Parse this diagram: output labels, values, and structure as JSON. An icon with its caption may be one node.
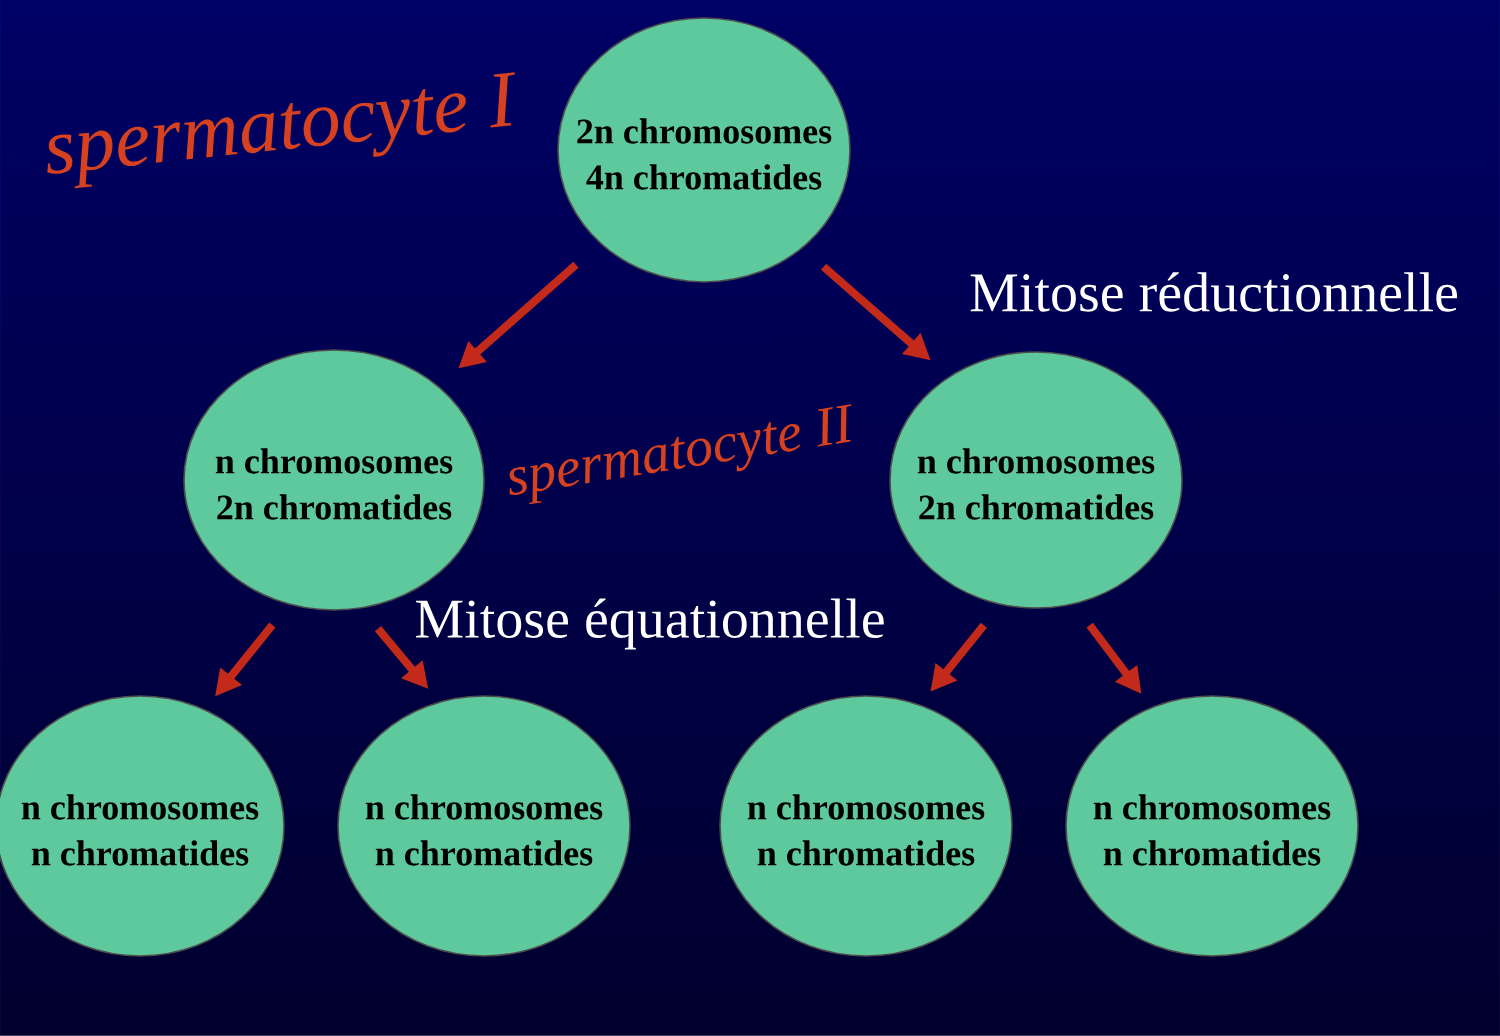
{
  "diagram": {
    "nodes": [
      {
        "text": [
          "2n chromosomes",
          "4n chromatides"
        ]
      },
      {
        "text": [
          "n chromosomes",
          "2n chromatides"
        ]
      },
      {
        "text": [
          "n chromosomes",
          "2n chromatides"
        ]
      },
      {
        "text": [
          "n chromosomes",
          "n chromatides"
        ]
      },
      {
        "text": [
          "n chromosomes",
          "n chromatides"
        ]
      },
      {
        "text": [
          "n chromosomes",
          "n chromatides"
        ]
      },
      {
        "text": [
          "n chromosomes",
          "n chromatides"
        ]
      }
    ],
    "edges": [
      {
        "from": 0,
        "to": 1,
        "arrow": "to"
      },
      {
        "from": 0,
        "to": 2,
        "arrow": "to"
      },
      {
        "from": 1,
        "to": 3,
        "arrow": "to"
      },
      {
        "from": 1,
        "to": 4,
        "arrow": "to"
      },
      {
        "from": 2,
        "to": 5,
        "arrow": "to"
      },
      {
        "from": 2,
        "to": 6,
        "arrow": "to"
      }
    ],
    "labels": [
      "spermatocyte I",
      "Mitose réductionnelle",
      "spermatocyte II",
      "Mitose équationnelle"
    ]
  }
}
